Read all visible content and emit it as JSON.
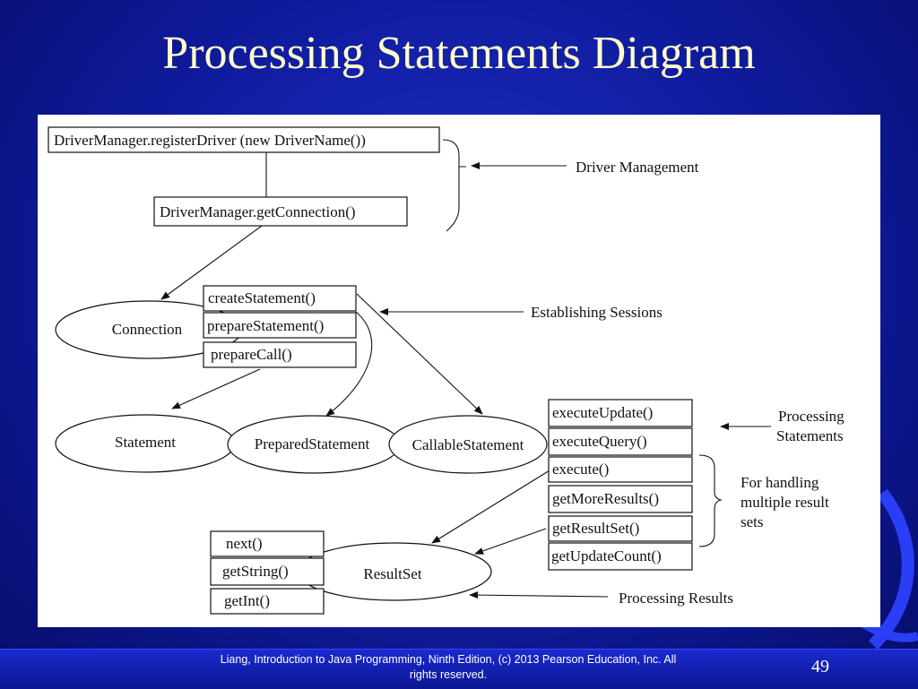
{
  "slide": {
    "title": "Processing Statements Diagram",
    "page_number": "49",
    "footer_line1": "Liang, Introduction to Java Programming, Ninth Edition, (c) 2013 Pearson Education, Inc. All",
    "footer_line2": "rights reserved."
  },
  "diagram": {
    "boxes": {
      "register_driver": "DriverManager.registerDriver (new DriverName())",
      "get_connection": "DriverManager.getConnection()",
      "create_statement": "createStatement()",
      "prepare_statement": "prepareStatement()",
      "prepare_call": "prepareCall()",
      "execute_update": "executeUpdate()",
      "execute_query": "executeQuery()",
      "execute": "execute()",
      "get_more_results": "getMoreResults()",
      "get_result_set": "getResultSet()",
      "get_update_count": "getUpdateCount()",
      "next": "next()",
      "get_string": "getString()",
      "get_int": "getInt()"
    },
    "ellipses": {
      "connection": "Connection",
      "statement": "Statement",
      "prepared_statement": "PreparedStatement",
      "callable_statement": "CallableStatement",
      "result_set": "ResultSet"
    },
    "labels": {
      "driver_management": "Driver Management",
      "establishing_sessions": "Establishing Sessions",
      "processing_statements_1": "Processing",
      "processing_statements_2": "Statements",
      "multiple_results_1": "For handling",
      "multiple_results_2": "multiple result",
      "multiple_results_3": "sets",
      "processing_results": "Processing Results"
    }
  },
  "colors": {
    "background": "#0f1a9a",
    "title": "#ffffcc",
    "panel": "#ffffff"
  }
}
